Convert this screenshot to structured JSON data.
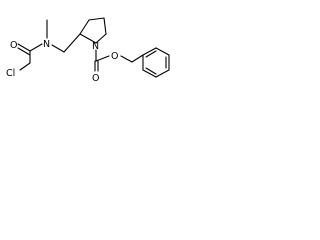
{
  "molecule": {
    "atoms": {
      "chlorine": "Cl",
      "carbonyl_oxygen_left": "O",
      "amide_nitrogen": "N",
      "methyl": "",
      "ring_nitrogen": "N",
      "carbonyl_oxygen_bottom": "O",
      "ester_oxygen": "O"
    }
  }
}
